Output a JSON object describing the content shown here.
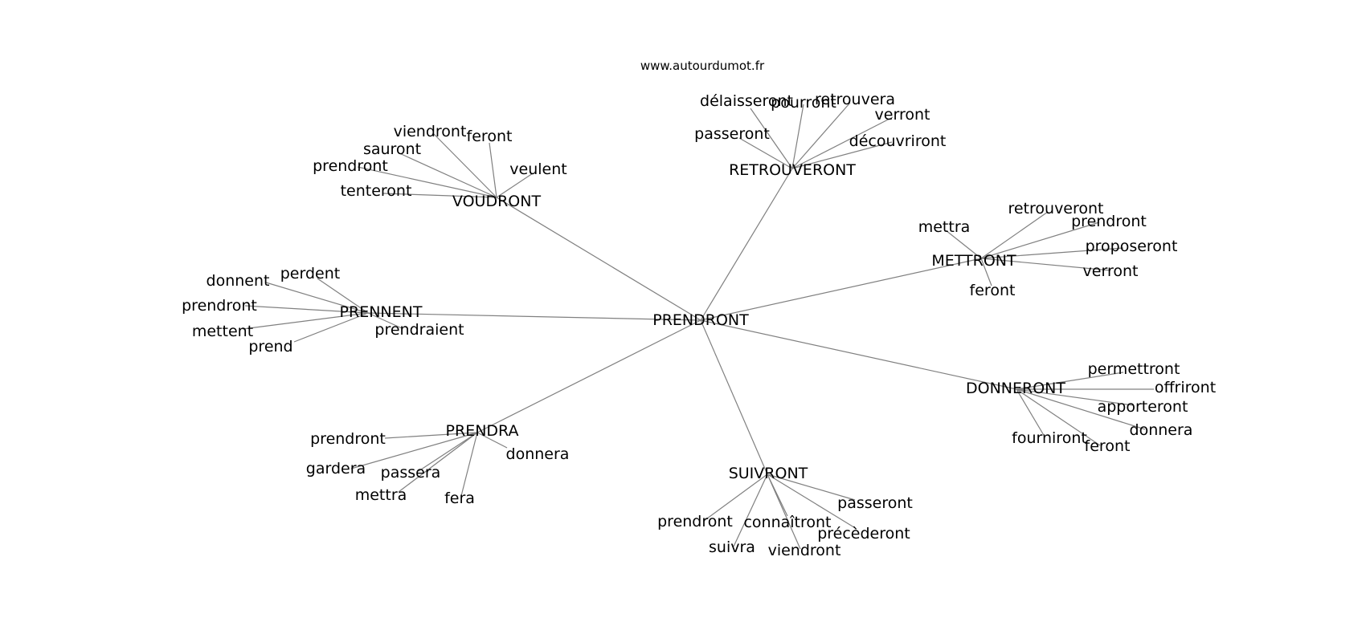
{
  "source": "www.autourdumot.fr",
  "center": "PRENDRONT",
  "clusters": [
    {
      "id": "voudront",
      "label": "VOUDRONT",
      "leaves": [
        "viendront",
        "feront",
        "sauront",
        "prendront",
        "veulent",
        "tenteront"
      ]
    },
    {
      "id": "retrouveront",
      "label": "RETROUVERONT",
      "leaves": [
        "délaisseront",
        "pourront",
        "retrouvera",
        "verront",
        "passeront",
        "découvriront"
      ]
    },
    {
      "id": "mettront",
      "label": "METTRONT",
      "leaves": [
        "retrouveront",
        "prendront",
        "mettra",
        "proposeront",
        "verront",
        "feront"
      ]
    },
    {
      "id": "prennent",
      "label": "PRENNENT",
      "leaves": [
        "perdent",
        "donnent",
        "prendront",
        "mettent",
        "prendraient",
        "prend"
      ]
    },
    {
      "id": "donneront",
      "label": "DONNERONT",
      "leaves": [
        "permettront",
        "offriront",
        "apporteront",
        "donnera",
        "fourniront",
        "feront"
      ]
    },
    {
      "id": "prendra",
      "label": "PRENDRA",
      "leaves": [
        "prendront",
        "gardera",
        "donnera",
        "passera",
        "mettra",
        "fera"
      ]
    },
    {
      "id": "suivront",
      "label": "SUIVRONT",
      "leaves": [
        "passeront",
        "prendront",
        "connaîtront",
        "précèderont",
        "suivra",
        "viendront"
      ]
    }
  ]
}
